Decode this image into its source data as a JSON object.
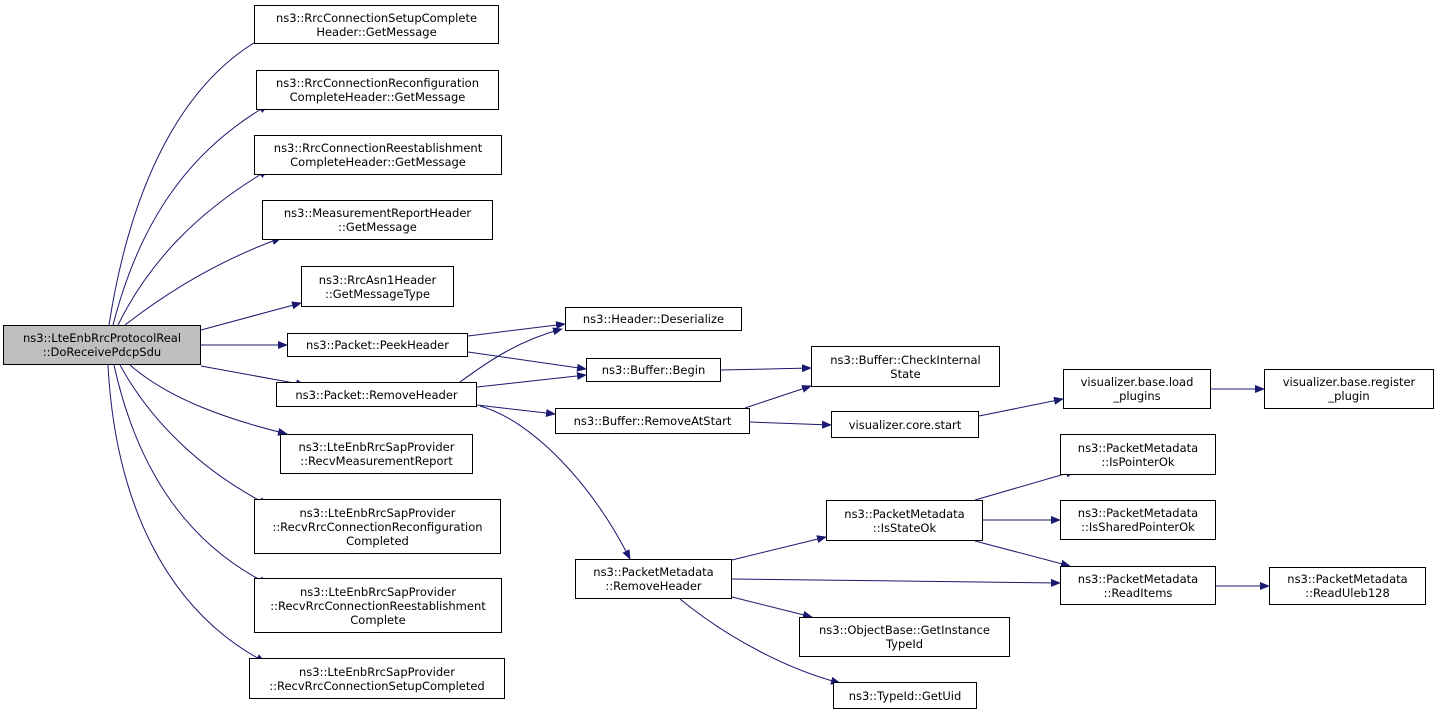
{
  "graph": {
    "edge_color": "#191970",
    "root_fill": "#bfbfbf",
    "nodes": [
      {
        "id": "root",
        "lines": [
          "ns3::LteEnbRrcProtocolReal",
          "::DoReceivePdcpSdu"
        ]
      },
      {
        "id": "setup_complete_msg",
        "lines": [
          "ns3::RrcConnectionSetupComplete",
          "Header::GetMessage"
        ]
      },
      {
        "id": "reconf_complete_msg",
        "lines": [
          "ns3::RrcConnectionReconfiguration",
          "CompleteHeader::GetMessage"
        ]
      },
      {
        "id": "reest_complete_msg",
        "lines": [
          "ns3::RrcConnectionReestablishment",
          "CompleteHeader::GetMessage"
        ]
      },
      {
        "id": "meas_report_msg",
        "lines": [
          "ns3::MeasurementReportHeader",
          "::GetMessage"
        ]
      },
      {
        "id": "asn1_msg_type",
        "lines": [
          "ns3::RrcAsn1Header",
          "::GetMessageType"
        ]
      },
      {
        "id": "peek_header",
        "lines": [
          "ns3::Packet::PeekHeader"
        ]
      },
      {
        "id": "remove_header",
        "lines": [
          "ns3::Packet::RemoveHeader"
        ]
      },
      {
        "id": "recv_meas_report",
        "lines": [
          "ns3::LteEnbRrcSapProvider",
          "::RecvMeasurementReport"
        ]
      },
      {
        "id": "recv_reconf_completed",
        "lines": [
          "ns3::LteEnbRrcSapProvider",
          "::RecvRrcConnectionReconfiguration",
          "Completed"
        ]
      },
      {
        "id": "recv_reest_complete",
        "lines": [
          "ns3::LteEnbRrcSapProvider",
          "::RecvRrcConnectionReestablishment",
          "Complete"
        ]
      },
      {
        "id": "recv_setup_completed",
        "lines": [
          "ns3::LteEnbRrcSapProvider",
          "::RecvRrcConnectionSetupCompleted"
        ]
      },
      {
        "id": "header_deserialize",
        "lines": [
          "ns3::Header::Deserialize"
        ]
      },
      {
        "id": "buffer_begin",
        "lines": [
          "ns3::Buffer::Begin"
        ]
      },
      {
        "id": "buffer_remove_at_start",
        "lines": [
          "ns3::Buffer::RemoveAtStart"
        ]
      },
      {
        "id": "pm_remove_header",
        "lines": [
          "ns3::PacketMetadata",
          "::RemoveHeader"
        ]
      },
      {
        "id": "buffer_check_internal",
        "lines": [
          "ns3::Buffer::CheckInternal",
          "State"
        ]
      },
      {
        "id": "vis_core_start",
        "lines": [
          "visualizer.core.start"
        ]
      },
      {
        "id": "pm_is_state_ok",
        "lines": [
          "ns3::PacketMetadata",
          "::IsStateOk"
        ]
      },
      {
        "id": "obj_get_instance_typeid",
        "lines": [
          "ns3::ObjectBase::GetInstance",
          "TypeId"
        ]
      },
      {
        "id": "typeid_get_uid",
        "lines": [
          "ns3::TypeId::GetUid"
        ]
      },
      {
        "id": "vis_load_plugins",
        "lines": [
          "visualizer.base.load",
          "_plugins"
        ]
      },
      {
        "id": "pm_is_pointer_ok",
        "lines": [
          "ns3::PacketMetadata",
          "::IsPointerOk"
        ]
      },
      {
        "id": "pm_is_shared_pointer_ok",
        "lines": [
          "ns3::PacketMetadata",
          "::IsSharedPointerOk"
        ]
      },
      {
        "id": "pm_read_items",
        "lines": [
          "ns3::PacketMetadata",
          "::ReadItems"
        ]
      },
      {
        "id": "vis_register_plugin",
        "lines": [
          "visualizer.base.register",
          "_plugin"
        ]
      },
      {
        "id": "pm_read_uleb128",
        "lines": [
          "ns3::PacketMetadata",
          "::ReadUleb128"
        ]
      }
    ],
    "edges": [
      [
        "root",
        "setup_complete_msg"
      ],
      [
        "root",
        "reconf_complete_msg"
      ],
      [
        "root",
        "reest_complete_msg"
      ],
      [
        "root",
        "meas_report_msg"
      ],
      [
        "root",
        "asn1_msg_type"
      ],
      [
        "root",
        "peek_header"
      ],
      [
        "root",
        "remove_header"
      ],
      [
        "root",
        "recv_meas_report"
      ],
      [
        "root",
        "recv_reconf_completed"
      ],
      [
        "root",
        "recv_reest_complete"
      ],
      [
        "root",
        "recv_setup_completed"
      ],
      [
        "peek_header",
        "header_deserialize"
      ],
      [
        "peek_header",
        "buffer_begin"
      ],
      [
        "remove_header",
        "header_deserialize"
      ],
      [
        "remove_header",
        "buffer_begin"
      ],
      [
        "remove_header",
        "buffer_remove_at_start"
      ],
      [
        "remove_header",
        "pm_remove_header"
      ],
      [
        "buffer_begin",
        "buffer_check_internal"
      ],
      [
        "buffer_remove_at_start",
        "buffer_check_internal"
      ],
      [
        "buffer_remove_at_start",
        "vis_core_start"
      ],
      [
        "vis_core_start",
        "vis_load_plugins"
      ],
      [
        "vis_load_plugins",
        "vis_register_plugin"
      ],
      [
        "pm_remove_header",
        "pm_is_state_ok"
      ],
      [
        "pm_remove_header",
        "pm_read_items"
      ],
      [
        "pm_remove_header",
        "obj_get_instance_typeid"
      ],
      [
        "pm_remove_header",
        "typeid_get_uid"
      ],
      [
        "pm_is_state_ok",
        "pm_is_pointer_ok"
      ],
      [
        "pm_is_state_ok",
        "pm_is_shared_pointer_ok"
      ],
      [
        "pm_is_state_ok",
        "pm_read_items"
      ],
      [
        "pm_read_items",
        "pm_read_uleb128"
      ]
    ]
  }
}
